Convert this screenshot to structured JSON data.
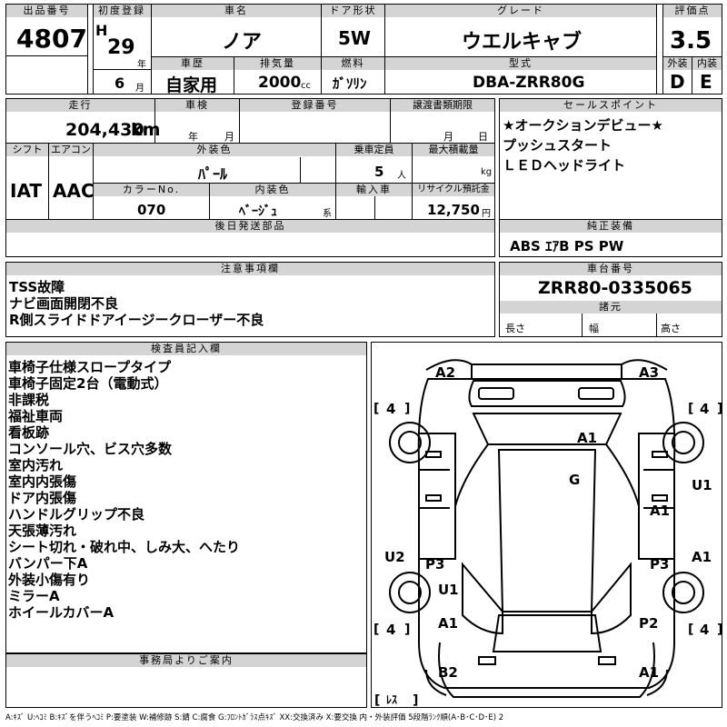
{
  "row1": {
    "lot_h": "出品番号",
    "lot": "4807",
    "first_reg_h": "初度登録",
    "era": "H",
    "year": "29",
    "year_unit": "年",
    "month": "6",
    "month_unit": "月",
    "name_h": "車名",
    "name": "ノア",
    "door_h": "ドア形状",
    "door": "5W",
    "grade_h": "グレード",
    "grade": "ウエルキャブ",
    "score_h": "評価点",
    "score": "3.5",
    "history_h": "車歴",
    "history": "自家用",
    "displacement_h": "排気量",
    "displacement": "2000",
    "displacement_unit": "cc",
    "fuel_h": "燃料",
    "fuel": "ｶﾞｿﾘﾝ",
    "model_h": "型式",
    "model": "DBA-ZRR80G",
    "ext_h": "外装",
    "ext": "D",
    "int_h": "内装",
    "int": "E"
  },
  "row2": {
    "mileage_h": "走行",
    "mileage": "204,430",
    "mileage_unit": "km",
    "inspection_h": "車検",
    "year_unit": "年",
    "month_unit": "月",
    "plate_h": "登録番号",
    "transfer_h": "譲渡書類期限",
    "month_unit2": "月",
    "day_unit": "日",
    "shift_h": "シフト",
    "shift": "IAT",
    "ac_h": "エアコン",
    "ac": "AAC",
    "color_h": "外装色",
    "color": "ﾊﾟｰﾙ",
    "capacity_h": "乗車定員",
    "capacity": "5",
    "capacity_unit": "人",
    "load_h": "最大積載量",
    "load_unit": "kg",
    "color_no_h": "カラーNo.",
    "color_no": "070",
    "interior_color_h": "内装色",
    "interior_color": "ﾍﾞｰｼﾞｭ",
    "interior_suffix": "系",
    "import_h": "輸入車",
    "recycle_h": "リサイクル預託金",
    "recycle": "12,750",
    "recycle_unit": "円",
    "later_parts_h": "後日発送部品"
  },
  "sales_points": {
    "header": "セールスポイント",
    "items": [
      "★オークションデビュー★",
      "プッシュスタート",
      "ＬＥＤヘッドライト"
    ]
  },
  "genuine": {
    "header": "純正装備",
    "value": "ABS ｴｱB PS PW"
  },
  "notes": {
    "header": "注意事項欄",
    "items": [
      "TSS故障",
      "ナビ画面開閉不良",
      "R側スライドドアイージークローザー不良"
    ]
  },
  "chassis": {
    "header": "車台番号",
    "value": "ZRR80-0335065",
    "spec_h": "諸元",
    "length": "長さ",
    "width": "幅",
    "height": "高さ"
  },
  "inspector": {
    "header": "検査員記入欄",
    "items": [
      "車椅子仕様スロープタイプ",
      "車椅子固定2台（電動式）",
      "非課税",
      "福祉車両",
      "看板跡",
      "コンソール穴、ビス穴多数",
      "室内汚れ",
      "室内内張傷",
      "ドア内張傷",
      "ハンドルグリップ不良",
      "天張薄汚れ",
      "シート切れ・破れ中、しみ大、へたり",
      "バンパー下A",
      "外装小傷有り",
      "ミラーA",
      "ホイールカバーA"
    ]
  },
  "office": {
    "header": "事務局よりご案内"
  },
  "diagram": {
    "tire_fl": "4",
    "tire_fr": "4",
    "tire_rl": "4",
    "tire_rr": "4",
    "spare": "ﾚｽ",
    "marks": [
      "A2",
      "A3",
      "A1",
      "G",
      "U1",
      "A1",
      "U2",
      "P3",
      "P3",
      "A1",
      "U1",
      "A1",
      "P2",
      "B2",
      "A1"
    ]
  },
  "legend": "A:ｷｽﾞ U:ﾍｺﾐ B:ｷｽﾞを伴うﾍｺﾐ P:要塗装 W:補修跡 S:錆 C:腐食 G:ﾌﾛﾝﾄｶﾞﾗｽ点ｷｽﾞ XX:交換済み X:要交換 内・外装評価 5段階ﾗﾝｸ順(A･B･C･D･E) 2"
}
